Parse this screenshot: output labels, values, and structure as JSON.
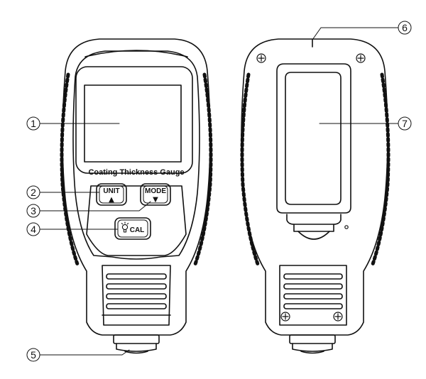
{
  "device": {
    "front_label": "Coating Thickness Gauge",
    "buttons": {
      "unit": {
        "label": "UNIT",
        "arrow": "▲"
      },
      "mode": {
        "label": "MODE",
        "arrow": "▼"
      },
      "cal": {
        "label": "CAL",
        "icon": "bulb-icon"
      }
    }
  },
  "callouts": [
    {
      "number": "1"
    },
    {
      "number": "2"
    },
    {
      "number": "3"
    },
    {
      "number": "4"
    },
    {
      "number": "5"
    },
    {
      "number": "6"
    },
    {
      "number": "7"
    }
  ],
  "colors": {
    "ink": "#111111",
    "paper": "#ffffff"
  }
}
